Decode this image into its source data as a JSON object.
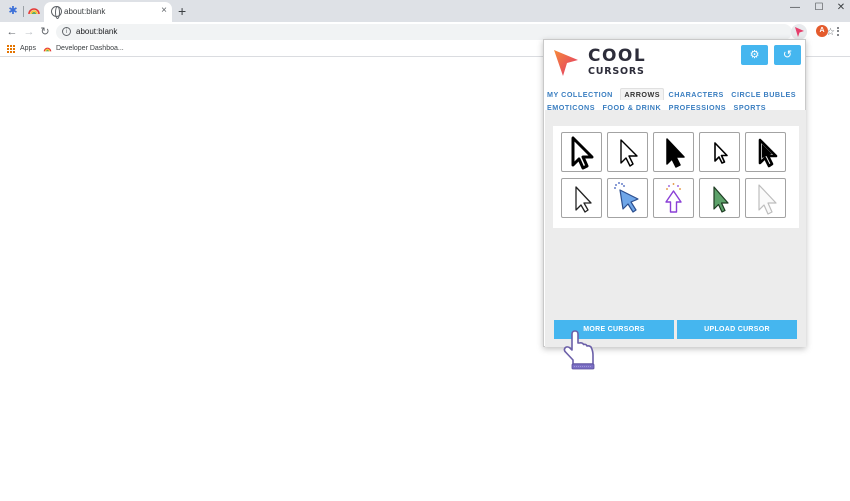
{
  "browser": {
    "tab_title": "about:blank",
    "tab_close": "×",
    "new_tab": "+",
    "url": "about:blank",
    "window_min": "—",
    "window_max": "☐",
    "window_close": "✕",
    "avatar_letter": "A",
    "bookmarks": [
      {
        "label": "Apps"
      },
      {
        "label": "Developer Dashboa..."
      }
    ]
  },
  "popup": {
    "logo": {
      "line1": "COOL",
      "line2": "CURSORS"
    },
    "categories_row1": [
      {
        "label": "MY COLLECTION",
        "active": false
      },
      {
        "label": "ARROWS",
        "active": true
      },
      {
        "label": "CHARACTERS",
        "active": false
      },
      {
        "label": "CIRCLE BUBLES",
        "active": false
      }
    ],
    "categories_row2": [
      {
        "label": "EMOTICONS",
        "active": false
      },
      {
        "label": "FOOD & DRINK",
        "active": false
      },
      {
        "label": "PROFESSIONS",
        "active": false
      },
      {
        "label": "SPORTS",
        "active": false
      }
    ],
    "cursors": [
      {
        "name": "black-outline-arrow-large"
      },
      {
        "name": "thin-outline-arrow"
      },
      {
        "name": "solid-black-arrow"
      },
      {
        "name": "small-outline-arrow"
      },
      {
        "name": "bold-black-arrow"
      },
      {
        "name": "white-arrow"
      },
      {
        "name": "blue-sparkle-arrow"
      },
      {
        "name": "purple-up-arrow"
      },
      {
        "name": "green-arrow"
      },
      {
        "name": "light-grey-arrow"
      }
    ],
    "more_cursors_label": "MORE CURSORS",
    "upload_cursor_label": "UPLOAD CURSOR"
  },
  "colors": {
    "accent": "#45b6ef",
    "link": "#3a7ec0",
    "logo_orange": "#f26a3d",
    "logo_pink": "#e63f6b"
  }
}
